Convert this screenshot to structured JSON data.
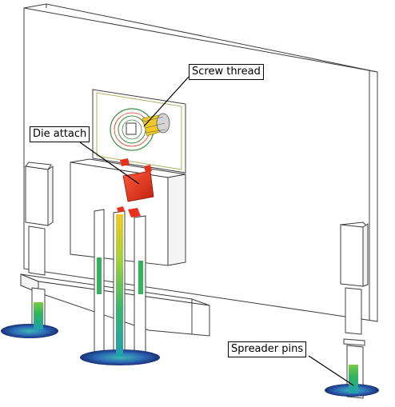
{
  "labels": {
    "screw_thread": "Screw thread",
    "die_attach": "Die attach",
    "spreader_pins": "Spreader pins"
  },
  "colors": {
    "outline": "#3c3c3c",
    "hot": "#e8321e",
    "hot_dark": "#b81e10",
    "warm": "#f0c828",
    "mid": "#8cd24a",
    "cool": "#2aa85a",
    "cold": "#1c3c8c",
    "halo": "#2e5fa8"
  }
}
